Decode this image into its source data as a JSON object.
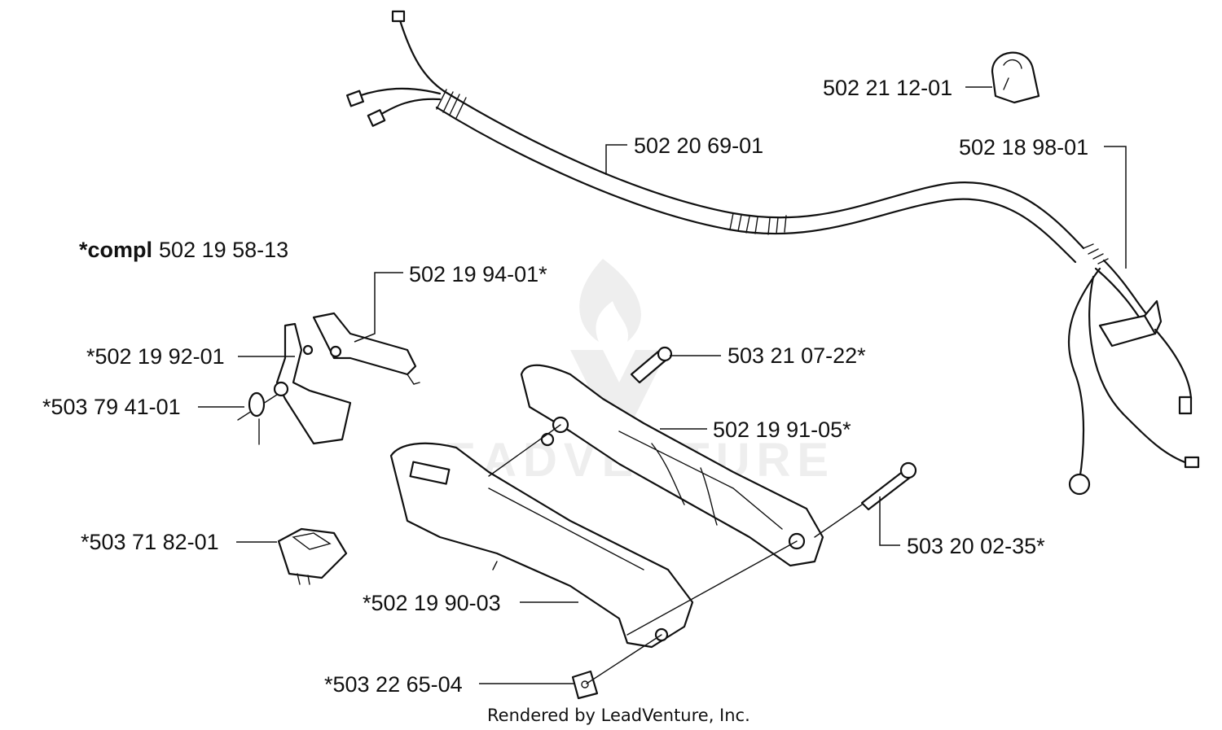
{
  "watermark": "LEADVENTURE",
  "compl_prefix": "*compl",
  "compl_number": "502 19 58-13",
  "labels": {
    "clip": "502 21 12-01",
    "cable": "502 20 69-01",
    "harness": "502 18 98-01",
    "throttle_lever": "502 19 94-01*",
    "lockout": "*502 19 92-01",
    "spring": "*503 79 41-01",
    "screw_upper": "503 21 07-22*",
    "handle_right": "502 19 91-05*",
    "switch": "*503 71 82-01",
    "screw_lower": "503 20 02-35*",
    "handle_left": "*502 19 90-03",
    "nut": "*503 22 65-04"
  },
  "footer": "Rendered by LeadVenture, Inc."
}
